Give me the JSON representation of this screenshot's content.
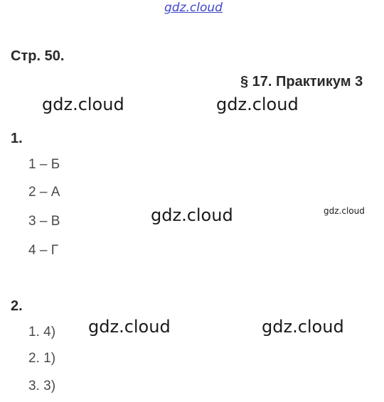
{
  "watermark": {
    "header": "gdz.cloud",
    "text": "gdz.cloud"
  },
  "page_ref": "Стр. 50.",
  "section_title": "§ 17. Практикум 3",
  "tasks": [
    {
      "number": "1.",
      "answers": [
        "1 – Б",
        "2 – А",
        "3 – В",
        "4 – Г"
      ]
    },
    {
      "number": "2.",
      "answers": [
        "1. 4)",
        "2. 1)",
        "3. 3)"
      ]
    }
  ]
}
